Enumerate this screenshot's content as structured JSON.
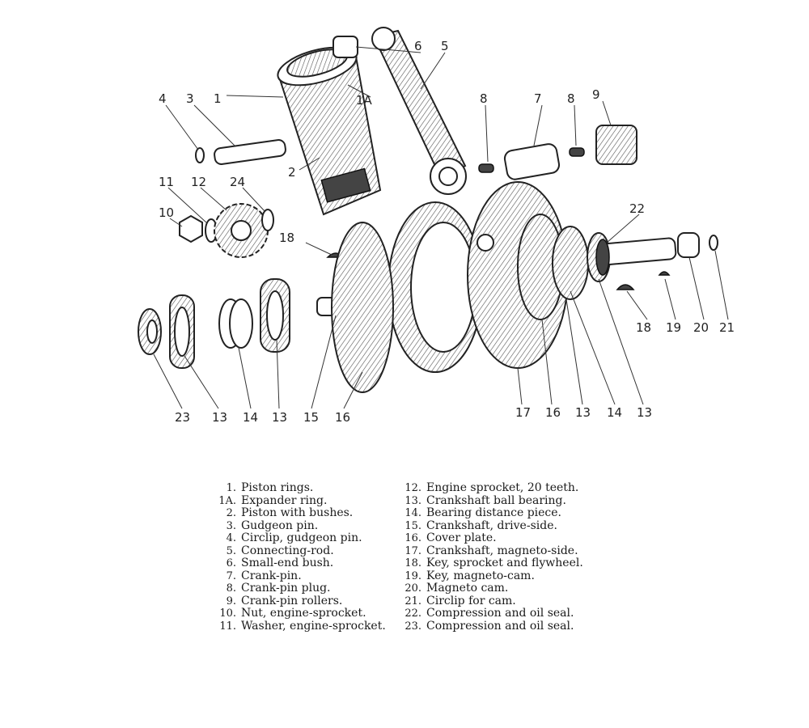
{
  "callouts": [
    "1",
    "1A",
    "2",
    "3",
    "4",
    "5",
    "6",
    "7",
    "8",
    "8",
    "9",
    "10",
    "11",
    "12",
    "24",
    "18",
    "22",
    "18",
    "19",
    "20",
    "21",
    "23",
    "13",
    "14",
    "13",
    "15",
    "16",
    "17",
    "16",
    "13",
    "14",
    "13"
  ],
  "legend": {
    "left": [
      {
        "num": "1.",
        "text": "Piston rings."
      },
      {
        "num": "1A.",
        "text": "Expander ring."
      },
      {
        "num": "2.",
        "text": "Piston with bushes."
      },
      {
        "num": "3.",
        "text": "Gudgeon pin."
      },
      {
        "num": "4.",
        "text": "Circlip, gudgeon pin."
      },
      {
        "num": "5.",
        "text": "Connecting-rod."
      },
      {
        "num": "6.",
        "text": "Small-end bush."
      },
      {
        "num": "7.",
        "text": "Crank-pin."
      },
      {
        "num": "8.",
        "text": "Crank-pin plug."
      },
      {
        "num": "9.",
        "text": "Crank-pin rollers."
      },
      {
        "num": "10.",
        "text": "Nut, engine-sprocket."
      },
      {
        "num": "11.",
        "text": "Washer, engine-sprocket."
      }
    ],
    "right": [
      {
        "num": "12.",
        "text": "Engine sprocket, 20 teeth."
      },
      {
        "num": "13.",
        "text": "Crankshaft ball bearing."
      },
      {
        "num": "14.",
        "text": "Bearing distance piece."
      },
      {
        "num": "15.",
        "text": "Crankshaft, drive-side."
      },
      {
        "num": "16.",
        "text": "Cover plate."
      },
      {
        "num": "17.",
        "text": "Crankshaft, magneto-side."
      },
      {
        "num": "18.",
        "text": "Key, sprocket and flywheel."
      },
      {
        "num": "19.",
        "text": "Key, magneto-cam."
      },
      {
        "num": "20.",
        "text": "Magneto cam."
      },
      {
        "num": "21.",
        "text": "Circlip for cam."
      },
      {
        "num": "22.",
        "text": "Compression and oil seal."
      },
      {
        "num": "23.",
        "text": "Compression and oil seal."
      }
    ]
  }
}
